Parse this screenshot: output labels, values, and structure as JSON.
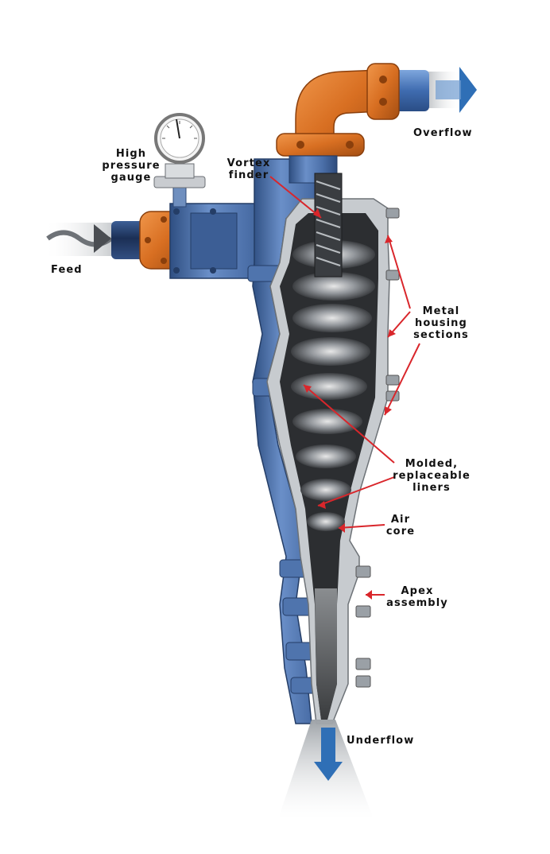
{
  "labels": {
    "overflow": "Overflow",
    "high_pressure_gauge": [
      "High",
      "pressure",
      "gauge"
    ],
    "vortex_finder": [
      "Vortex",
      "finder"
    ],
    "feed": "Feed",
    "metal_housing_sections": [
      "Metal",
      "housing",
      "sections"
    ],
    "molded_replaceable_liners": [
      "Molded,",
      "replaceable",
      "liners"
    ],
    "air_core": [
      "Air",
      "core"
    ],
    "apex_assembly": [
      "Apex",
      "assembly"
    ],
    "underflow": "Underflow"
  },
  "colors": {
    "housing_blue": "#4f74ad",
    "pipe_orange": "#d86f22",
    "liner_gray": "#bfc4c8",
    "swirl_dark": "#2b2d30",
    "arrow_red": "#d9262b",
    "flow_arrow_blue": "#2f6fb6"
  }
}
